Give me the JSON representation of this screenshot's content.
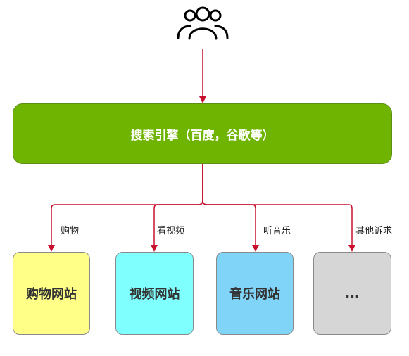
{
  "users": {
    "icon": "users-icon"
  },
  "engine": {
    "label": "搜索引擎（百度，谷歌等）"
  },
  "edges": {
    "shopping": "购物",
    "video": "看视频",
    "music": "听音乐",
    "other": "其他诉求"
  },
  "sites": {
    "shopping": "购物网站",
    "video": "视频网站",
    "music": "音乐网站",
    "other": "..."
  },
  "colors": {
    "arrow": "#c8102e",
    "engine": "#6fb400",
    "shopping": "#ffff88",
    "video": "#80ffff",
    "music": "#80d4f8",
    "other": "#d6d6d6"
  }
}
